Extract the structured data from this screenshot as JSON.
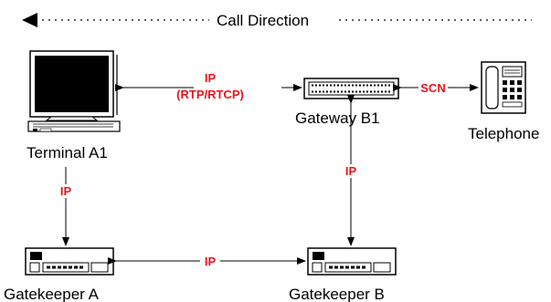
{
  "header": {
    "call_direction": "Call Direction"
  },
  "nodes": {
    "terminal": "Terminal A1",
    "gateway": "Gateway B1",
    "telephone": "Telephone",
    "gatekeeper_a": "Gatekeeper A",
    "gatekeeper_b": "Gatekeeper B"
  },
  "links": {
    "terminal_gateway_line1": "IP",
    "terminal_gateway_line2": "(RTP/RTCP)",
    "gateway_telephone": "SCN",
    "terminal_gatekeeper_a": "IP",
    "gateway_gatekeeper_b": "IP",
    "gatekeeper_a_b": "IP"
  },
  "colors": {
    "protocol_label": "#e8141e",
    "lines": "#000000"
  },
  "icons": [
    "call-direction-arrow-icon",
    "computer-terminal-icon",
    "gateway-device-icon",
    "telephone-icon",
    "gatekeeper-device-icon"
  ]
}
